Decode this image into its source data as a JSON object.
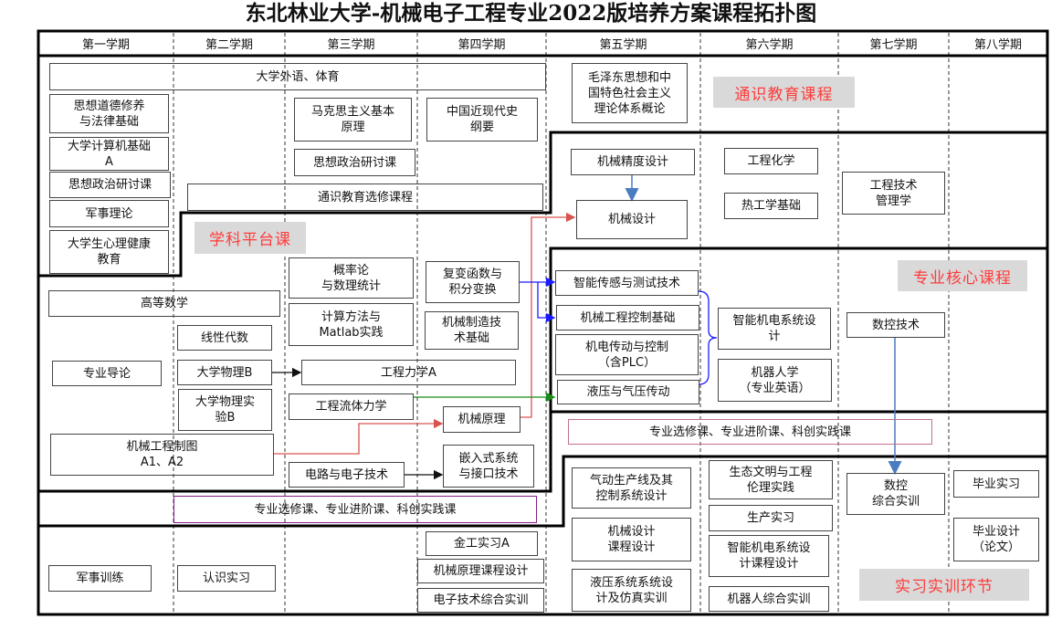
{
  "title": "东北林业大学-机械电子工程专业2022版培养方案课程拓扑图",
  "semesters": [
    "第一学期",
    "第二学期",
    "第三学期",
    "第四学期",
    "第五学期",
    "第六学期",
    "第七学期",
    "第八学期"
  ],
  "categories": {
    "general": "通识教育课程",
    "platform": "学科平台课",
    "core": "专业核心课程",
    "practice": "实习实训环节"
  },
  "general": [
    "大学外语、体育",
    "思想道德修养\n与法律基础",
    "大学计算机基础\nA",
    "思想政治研讨课",
    "军事理论",
    "大学生心理健康\n教育",
    "马克思主义基本\n原理",
    "思想政治研讨课",
    "中国近现代史\n纲要",
    "通识教育选修课程",
    "毛泽东思想和中\n国特色社会主义\n理论体系概论"
  ],
  "platform": [
    "高等数学",
    "线性代数",
    "专业导论",
    "大学物理B",
    "大学物理实\n验B",
    "机械工程制图\nA1、A2",
    "概率论\n与数理统计",
    "计算方法与\nMatlab实践",
    "工程力学A",
    "工程流体力学",
    "电路与电子技术",
    "复变函数与\n积分变换",
    "机械制造技\n术基础",
    "机械原理",
    "嵌入式系统\n与接口技术",
    "机械精度设计",
    "机械设计",
    "工程化学",
    "热工学基础",
    "工程技术\n管理学"
  ],
  "core": [
    "智能传感与测试技术",
    "机械工程控制基础",
    "机电传动与控制\n（含PLC）",
    "液压与气压传动",
    "智能机电系统设\n计",
    "机器人学\n（专业英语）",
    "数控技术"
  ],
  "electives": [
    "专业选修课、专业进阶课、科创实践课",
    "专业选修课、专业进阶课、科创实践课"
  ],
  "practice": [
    "军事训练",
    "认识实习",
    "金工实习A",
    "机械原理课程设计",
    "电子技术综合实训",
    "气动生产线及其\n控制系统设计",
    "机械设计\n课程设计",
    "液压系统系统设\n计及仿真实训",
    "生态文明与工程\n伦理实践",
    "生产实习",
    "智能机电系统设\n计课程设计",
    "机器人综合实训",
    "数控\n综合实训",
    "毕业实习",
    "毕业设计\n（论文）"
  ],
  "colors": {
    "tag_text": "#ff3b3b",
    "tag_bg": "#d9d9d9",
    "arrow_red": "#d9534f",
    "arrow_blue": "#1a1aff",
    "arrow_green": "#1a8a1a",
    "arrow_lightblue": "#4a7cc0"
  }
}
